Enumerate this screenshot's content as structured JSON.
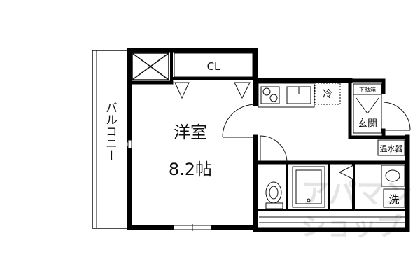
{
  "rooms": {
    "main_room_name": "洋室",
    "main_room_size": "8.2帖",
    "closet": "CL",
    "balcony": "バルコニー",
    "entrance": "玄関",
    "shoe_box": "下駄箱",
    "fridge": "冷",
    "water_heater": "温水器",
    "washer": "洗"
  },
  "watermark": {
    "line1": "アパマン",
    "line2": "ショップ"
  },
  "colors": {
    "wall": "#000000",
    "line": "#111111",
    "background": "#ffffff",
    "watermark": "#e4e4e4"
  }
}
